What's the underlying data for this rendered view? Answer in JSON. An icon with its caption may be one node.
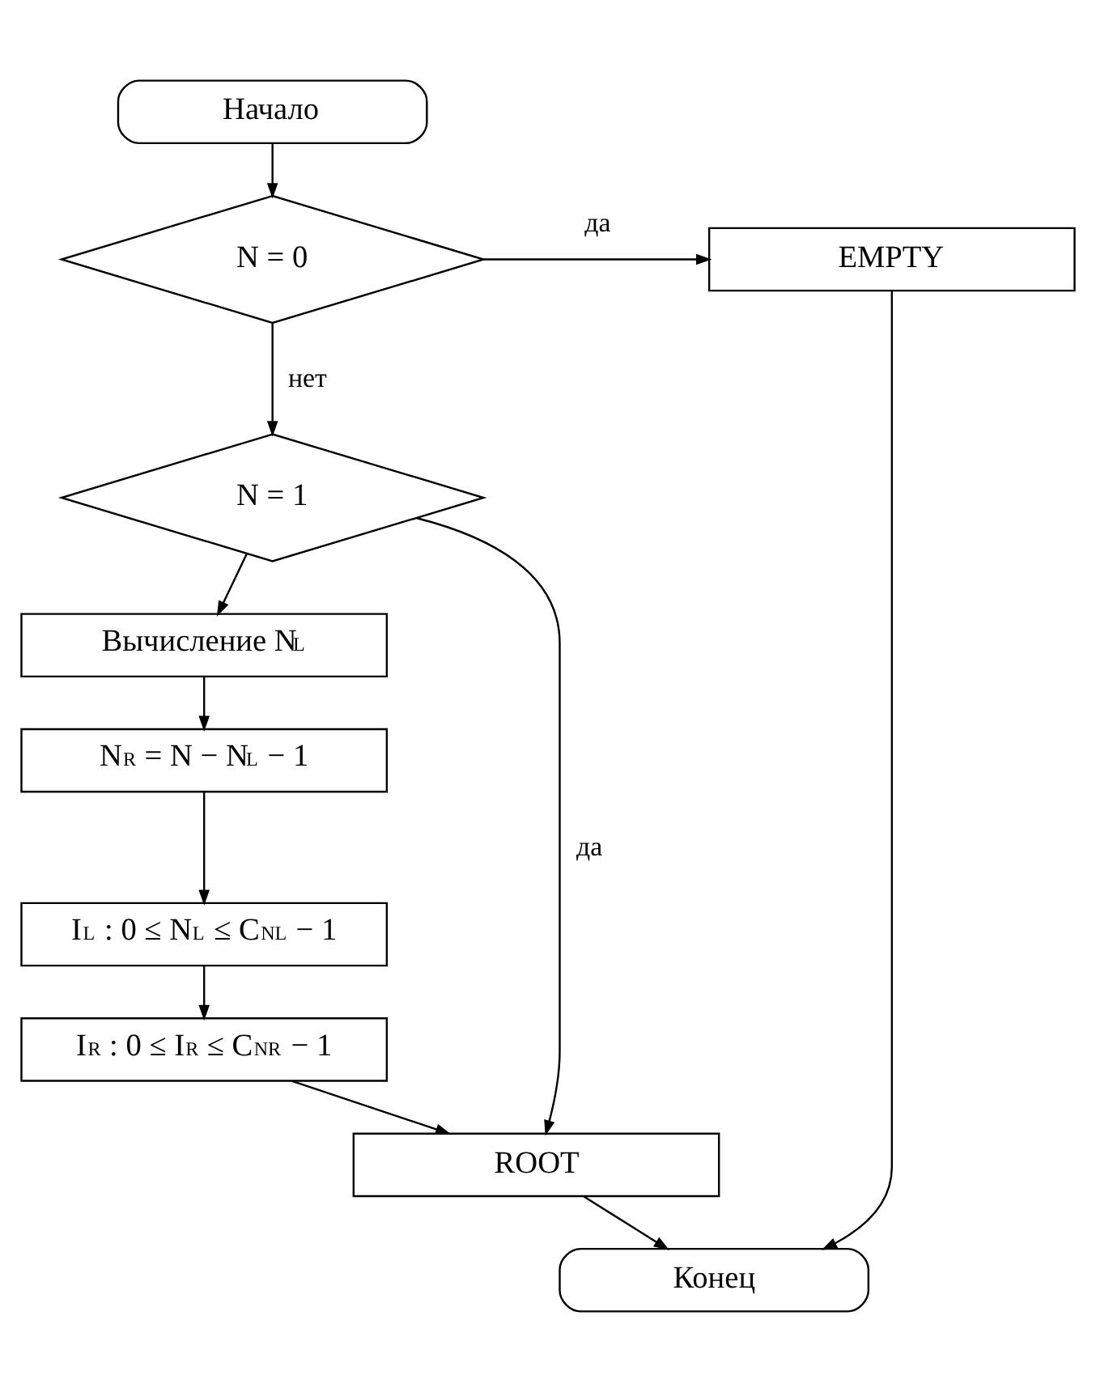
{
  "diagram": {
    "nodes": [
      {
        "text": [
          "Начало"
        ]
      },
      {
        "text": [
          "N = 0"
        ]
      },
      {
        "text": [
          "EMPTY"
        ]
      },
      {
        "text": [
          "N = 1"
        ]
      },
      {
        "text": [
          "Вычисление N$_{L}$"
        ]
      },
      {
        "text": [
          "N$_{R}$ = N − N$_{L}$ − 1"
        ]
      },
      {
        "text": [
          "I$_{L}$ : 0 ≤ N$_{L}$ ≤ C$_{NL}$ − 1"
        ]
      },
      {
        "text": [
          "I$_{R}$ : 0 ≤ I$_{R}$ ≤ C$_{NR}$ − 1"
        ]
      },
      {
        "text": [
          "ROOT"
        ]
      },
      {
        "text": [
          "Конец"
        ]
      }
    ],
    "edges": [
      {
        "from": 0,
        "to": 1,
        "arrow": "to"
      },
      {
        "from": 1,
        "to": 2,
        "label": "да",
        "arrow": "to"
      },
      {
        "from": 1,
        "to": 3,
        "label": "нет",
        "arrow": "to"
      },
      {
        "from": 3,
        "to": 8,
        "label": "да",
        "arrow": "to"
      },
      {
        "from": 3,
        "to": 4,
        "arrow": "to"
      },
      {
        "from": 4,
        "to": 5,
        "arrow": "to"
      },
      {
        "from": 5,
        "to": 6,
        "arrow": "to"
      },
      {
        "from": 6,
        "to": 7,
        "arrow": "to"
      },
      {
        "from": 7,
        "to": 8,
        "arrow": "to"
      },
      {
        "from": 8,
        "to": 9,
        "arrow": "to"
      },
      {
        "from": 2,
        "to": 9,
        "arrow": "to"
      }
    ]
  }
}
